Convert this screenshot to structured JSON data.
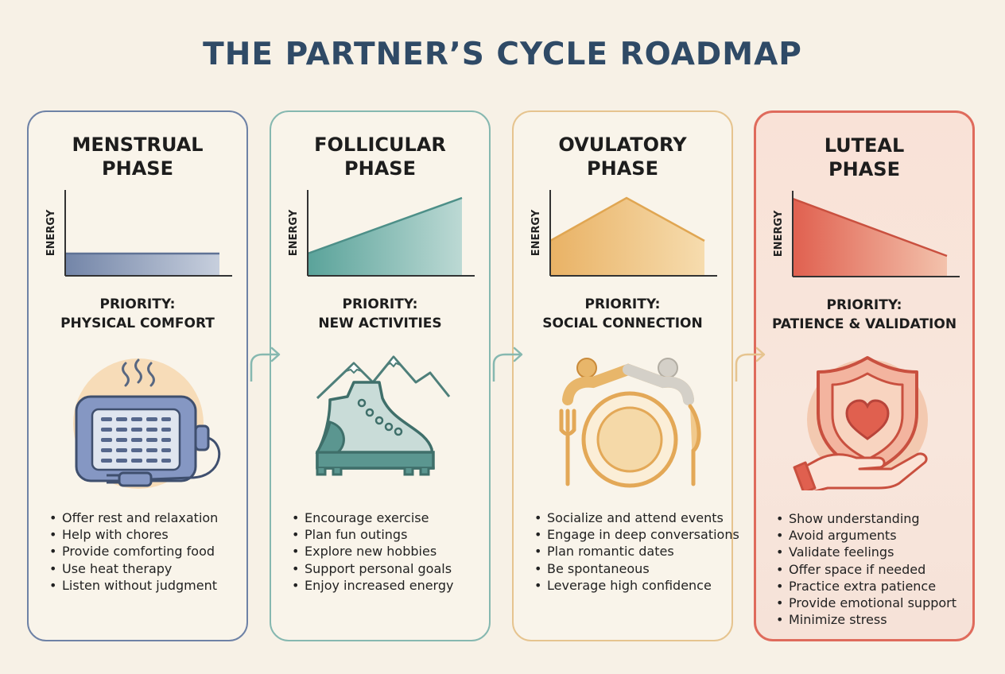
{
  "title": "THE PARTNER’S CYCLE ROADMAP",
  "energy_axis_label": "ENERGY",
  "phases": [
    {
      "name_line1": "MENSTRUAL",
      "name_line2": "PHASE",
      "priority_label": "PRIORITY:",
      "priority_value": "PHYSICAL COMFORT",
      "energy_trend": "low-flat",
      "color": "#5f7295",
      "icon": "heating-pad-icon",
      "tips": [
        "Offer rest and relaxation",
        "Help with chores",
        "Provide comforting food",
        "Use heat therapy",
        "Listen without judgment"
      ]
    },
    {
      "name_line1": "FOLLICULAR",
      "name_line2": "PHASE",
      "priority_label": "PRIORITY:",
      "priority_value": "NEW ACTIVITIES",
      "energy_trend": "rising",
      "color": "#5f9f97",
      "icon": "hiking-boot-mountains-icon",
      "tips": [
        "Encourage exercise",
        "Plan fun outings",
        "Explore new hobbies",
        "Support personal goals",
        "Enjoy increased energy"
      ]
    },
    {
      "name_line1": "OVULATORY",
      "name_line2": "PHASE",
      "priority_label": "PRIORITY:",
      "priority_value": "SOCIAL CONNECTION",
      "energy_trend": "peak",
      "color": "#e3b46f",
      "icon": "dinner-plate-people-icon",
      "tips": [
        "Socialize and attend events",
        "Engage in deep conversations",
        "Plan romantic dates",
        "Be spontaneous",
        "Leverage high confidence"
      ]
    },
    {
      "name_line1": "LUTEAL",
      "name_line2": "PHASE",
      "priority_label": "PRIORITY:",
      "priority_value": "PATIENCE & VALIDATION",
      "energy_trend": "declining",
      "color": "#df5f4d",
      "icon": "heart-shield-hand-icon",
      "tips": [
        "Show understanding",
        "Avoid arguments",
        "Validate feelings",
        "Offer space if needed",
        "Practice extra patience",
        "Provide emotional support",
        "Minimize stress"
      ]
    }
  ]
}
